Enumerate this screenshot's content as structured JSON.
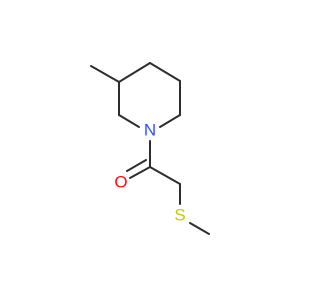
{
  "molecule": {
    "bond_color": "#2d2d2d",
    "atoms": [
      {
        "id": "N1",
        "label": "N",
        "color": "#3050f8"
      },
      {
        "id": "O1",
        "label": "O",
        "color": "#ff0d0d"
      },
      {
        "id": "S1",
        "label": "S",
        "color": "#c8c800"
      }
    ]
  }
}
